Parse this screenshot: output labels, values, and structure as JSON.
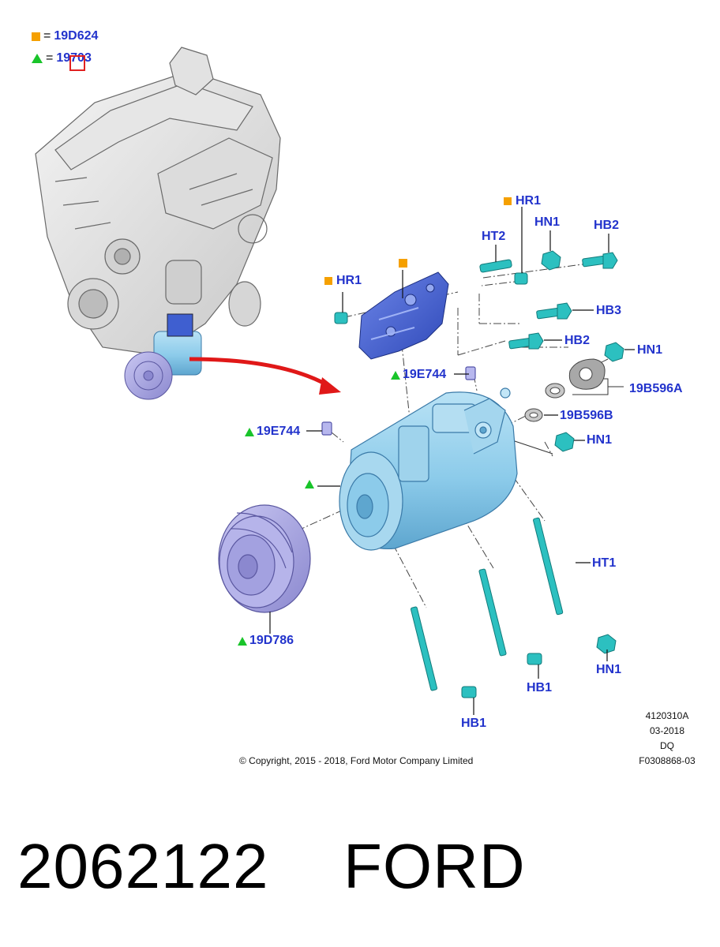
{
  "legend": [
    {
      "marker": "square",
      "color": "#f5a000",
      "equals": "=",
      "code": "19D624"
    },
    {
      "marker": "triangle",
      "color": "#19c42a",
      "equals": "=",
      "code": "19703"
    }
  ],
  "callouts": {
    "hr1_top": "HR1",
    "ht2": "HT2",
    "hn1_top": "HN1",
    "hb2_top": "HB2",
    "hr1_left": "HR1",
    "hb3": "HB3",
    "hb2_mid": "HB2",
    "hn1_right": "HN1",
    "e744_right": "19E744",
    "b596a": "19B596A",
    "b596b": "19B596B",
    "e744_left": "19E744",
    "hn1_mid": "HN1",
    "d786": "19D786",
    "ht1": "HT1",
    "hn1_bottom": "HN1",
    "hb1_mid": "HB1",
    "hb1_left": "HB1"
  },
  "meta": {
    "code": "4120310A",
    "date": "03-2018",
    "dq": "DQ",
    "ref": "F0308868-03"
  },
  "copyright": "© Copyright, 2015 - 2018, Ford Motor Company Limited",
  "footer": {
    "part_number": "2062122",
    "brand": "FORD"
  },
  "colors": {
    "label": "#2233cc",
    "square_marker": "#f5a000",
    "triangle_marker": "#19c42a",
    "compressor": "#8ccbea",
    "bracket": "#3f5fd0",
    "fastener": "#2cc0c0",
    "pulley": "#a9a7e0",
    "arrow": "#e01818"
  }
}
